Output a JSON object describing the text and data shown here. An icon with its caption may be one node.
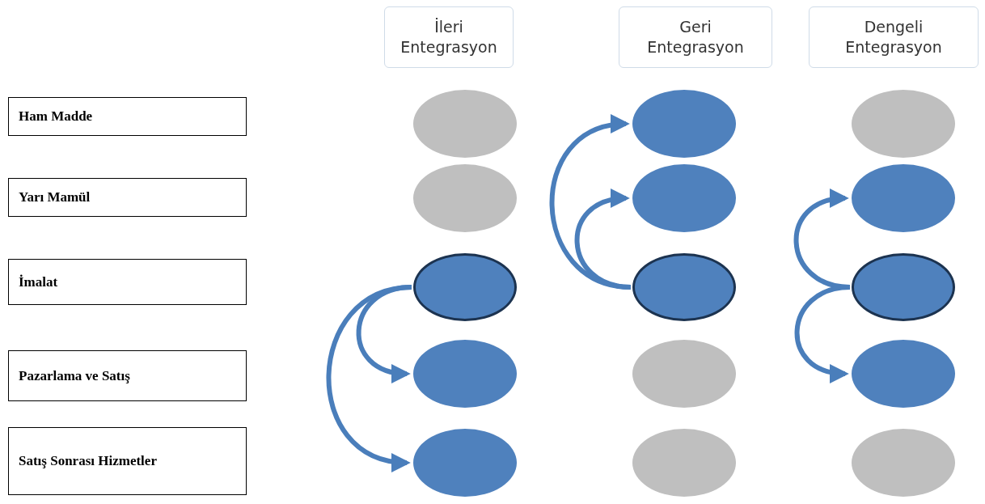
{
  "diagram": {
    "nodes": [
      {
        "text": [
          "Ham Madde"
        ]
      },
      {
        "text": [
          "Yarı Mamül"
        ]
      },
      {
        "text": [
          "İmalat"
        ]
      },
      {
        "text": [
          "Pazarlama ve Satış"
        ]
      },
      {
        "text": [
          "Satış Sonrası Hizmetler"
        ]
      },
      {
        "text": [
          "İleri Entegrasyon"
        ]
      },
      {
        "text": [
          "Geri Entegrasyon"
        ]
      },
      {
        "text": [
          "Dengeli Entegrasyon"
        ]
      },
      {
        "text": [],
        "shape": "ellipse"
      },
      {
        "text": [],
        "shape": "ellipse"
      },
      {
        "text": [],
        "shape": "ellipse"
      },
      {
        "text": [],
        "shape": "ellipse"
      },
      {
        "text": [],
        "shape": "ellipse"
      },
      {
        "text": [],
        "shape": "ellipse"
      },
      {
        "text": [],
        "shape": "ellipse"
      },
      {
        "text": [],
        "shape": "ellipse"
      },
      {
        "text": [],
        "shape": "ellipse"
      },
      {
        "text": [],
        "shape": "ellipse"
      },
      {
        "text": [],
        "shape": "ellipse"
      },
      {
        "text": [],
        "shape": "ellipse"
      },
      {
        "text": [],
        "shape": "ellipse"
      },
      {
        "text": [],
        "shape": "ellipse"
      },
      {
        "text": [],
        "shape": "ellipse"
      }
    ],
    "edges": [
      {
        "from": 10,
        "to": 11,
        "arrow": "to"
      },
      {
        "from": 10,
        "to": 12,
        "arrow": "to"
      },
      {
        "from": 15,
        "to": 14,
        "arrow": "to"
      },
      {
        "from": 15,
        "to": 13,
        "arrow": "to"
      },
      {
        "from": 20,
        "to": 19,
        "arrow": "to"
      },
      {
        "from": 20,
        "to": 21,
        "arrow": "to"
      }
    ]
  }
}
